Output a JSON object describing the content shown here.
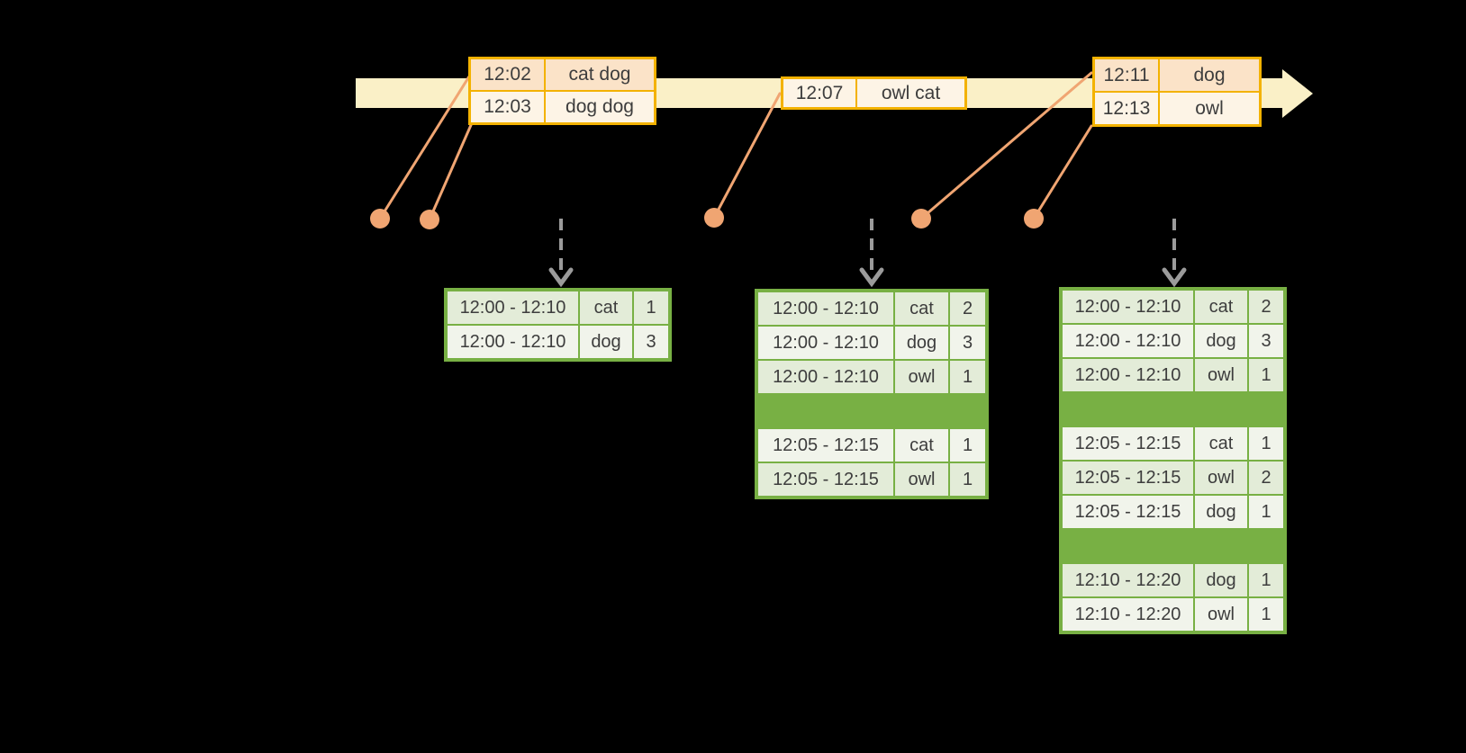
{
  "colors": {
    "background": "#000000",
    "band": "#faf0c7",
    "gold": "#f3b200",
    "peach": "#fbe3c8",
    "cream": "#fdf4e6",
    "marker": "#f0a572",
    "green": "#78b044",
    "row_green": "#e3ecd8",
    "row_light": "#f1f4eb",
    "gray": "#9b9b9b",
    "text": "#3d3d3d"
  },
  "event_tables": [
    {
      "rows": [
        {
          "time": "12:02",
          "words": "cat dog"
        },
        {
          "time": "12:03",
          "words": "dog dog"
        }
      ]
    },
    {
      "rows": [
        {
          "time": "12:07",
          "words": "owl cat"
        }
      ]
    },
    {
      "rows": [
        {
          "time": "12:11",
          "words": "dog"
        },
        {
          "time": "12:13",
          "words": "owl"
        }
      ]
    }
  ],
  "result_tables": [
    {
      "rows": [
        {
          "window": "12:00 - 12:10",
          "word": "cat",
          "count": 1
        },
        {
          "window": "12:00 - 12:10",
          "word": "dog",
          "count": 3
        }
      ]
    },
    {
      "rows": [
        {
          "window": "12:00 - 12:10",
          "word": "cat",
          "count": 2
        },
        {
          "window": "12:00 - 12:10",
          "word": "dog",
          "count": 3
        },
        {
          "window": "12:00 - 12:10",
          "word": "owl",
          "count": 1
        },
        {
          "window": "12:05 - 12:15",
          "word": "cat",
          "count": 1
        },
        {
          "window": "12:05 - 12:15",
          "word": "owl",
          "count": 1
        }
      ]
    },
    {
      "rows": [
        {
          "window": "12:00 - 12:10",
          "word": "cat",
          "count": 2
        },
        {
          "window": "12:00 - 12:10",
          "word": "dog",
          "count": 3
        },
        {
          "window": "12:00 - 12:10",
          "word": "owl",
          "count": 1
        },
        {
          "window": "12:05 - 12:15",
          "word": "cat",
          "count": 1
        },
        {
          "window": "12:05 - 12:15",
          "word": "owl",
          "count": 2
        },
        {
          "window": "12:05 - 12:15",
          "word": "dog",
          "count": 1
        },
        {
          "window": "12:10 - 12:20",
          "word": "dog",
          "count": 1
        },
        {
          "window": "12:10 - 12:20",
          "word": "owl",
          "count": 1
        }
      ]
    }
  ]
}
